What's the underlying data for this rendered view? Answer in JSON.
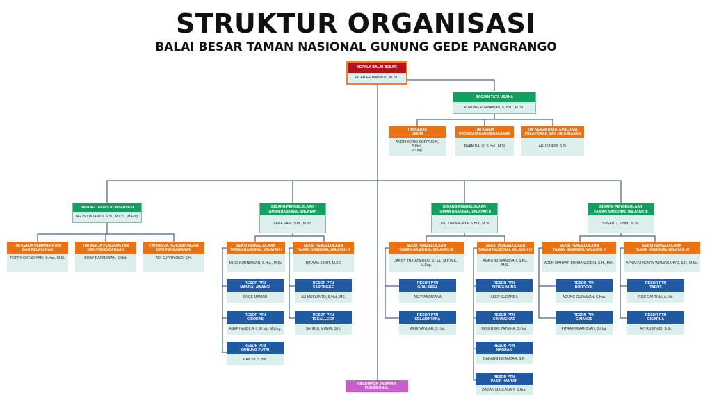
{
  "title": "STRUKTUR ORGANISASI",
  "subtitle": "BALAI BESAR TAMAN NASIONAL GUNUNG GEDE PANGRANGO",
  "nodes": {
    "kepala": {
      "label": "KEPALA BALAI BESAR",
      "name": "IR. ARIEF MAHMUD, M. SI."
    },
    "tata_usaha": {
      "label": "BAGIAN TATA USAHA",
      "name": "PUPUNG PURNAWAN, S. HUT.,M. SC"
    },
    "tk_umum": {
      "label": "TIM KERJA\nUMUM",
      "name": "ANDRIYATNO SOFIYUDIN, S.Hut.,\nM.Ling."
    },
    "tk_program": {
      "label": "TIM KERJA\nPROGRAM DAN KERJASAMA",
      "name": "IRVAN DALLI, S.Hut., M.Si."
    },
    "tk_data": {
      "label": "TIM KERJA DATA, EVALUASI,\nPELAPORAN DAN KEHUMASAN",
      "name": "AGUS DENI, S.Si."
    },
    "bid_teknis": {
      "label": "BIDANG TEKNIS KONSERVASI",
      "name": "AGUS YULIANTO, S.Si., M.IDS., M.Eng."
    },
    "bid_w1": {
      "label": "BIDANG PENGELOLAAN\nTAMAN NASIONAL WILAYAH I",
      "name": "LANA SARI, S.Pi., M.Sc."
    },
    "bid_w2": {
      "label": "BIDANG PENGELOLAAN\nTAMAN NASIONAL WILAYAH II",
      "name": "LUKI TURNIAJAYA, S.Hut., M.Si."
    },
    "bid_w3": {
      "label": "BIDANG PENGELOLAAN\nTAMAN NASIONAL WILAYAH III",
      "name": "SUSANTI, S.Hut., M.Sc."
    },
    "tk_pemanfaatan": {
      "label": "TIM KERJA PEMANFAATAN\nDAN PELAYANAN",
      "name": "POPPY OKTADIYANI, S.Hut., M.Si."
    },
    "tk_pengawetan": {
      "label": "TIM KERJA PENGAWETAN\nDAN PERENCANAAN",
      "name": "BOBY DARMAWAN, S.Hut."
    },
    "tk_perlindungan": {
      "label": "TIM KERJA PERLINDUNGAN\nDAN PENGAMANAN",
      "name": "ADI SUPRIYONO, S.H."
    },
    "seksi_1": {
      "label": "SEKSI PENGELOLAAN\nTAMAN NASIONAL  WILAYAH I",
      "name": "MUGI KURNIAWAN, S.Hut., M.Sc."
    },
    "seksi_2": {
      "label": "SEKSI PENGELOLAAN\nTAMAN NASIONAL WILAYAH II",
      "name": "BIRAWA S.HUT, M.SC"
    },
    "seksi_3": {
      "label": "SEKSI PENGELOLAAN\nTAMAN NASIONAL WILAYAH III",
      "name": "JAROT TRIHATMOKO, S.Hut., M.P.W.K., M.Eng."
    },
    "seksi_4": {
      "label": "SEKSI PENGELOLAAN\nTAMAN NASIONAL WILAYAH IV",
      "name": "AMRU IKHWANSYAH, S.Pd., M.Si."
    },
    "seksi_5": {
      "label": "SEKSI PENGELOLAAN\nTAMAN NASIONAL WILAYAH V",
      "name": "ADEN MAHYAR BURHANUDDIN, S.H., M.H."
    },
    "seksi_6": {
      "label": "SEKSI PENGELOLAAN\nTAMAN NASIONAL WILAYAH VI",
      "name": "APNAENI HENRY WINARCAHYO, S.P., M.Sc."
    },
    "r_mandalawangi": {
      "label": "RESOR PTN\nMANDALAWANGI",
      "name": "ENCE MAMAN"
    },
    "r_cibodas": {
      "label": "RESOR PTN\nCIBODAS",
      "name": "ASEP HASBILAH, S.Hut., M.Ling."
    },
    "r_gunungputri": {
      "label": "RESOR PTN\nGUNUNG PUTRI",
      "name": "RANTO, S.Hut."
    },
    "r_sarongge": {
      "label": "RESOR PTN\nSARONGGE",
      "name": "ALI MULYANTO, S.Hut., MS."
    },
    "r_tegallega": {
      "label": "RESOR PTN\nTEGALLEGA",
      "name": "SAHRUL MUNIR, S.H."
    },
    "r_goalpara": {
      "label": "RESOR PTN\nGOALPARA",
      "name": "ASEP ANDRIANA"
    },
    "r_selabintana": {
      "label": "RESOR PTN\nSELABINTANA",
      "name": "ARIE YANUAR, S.Hut."
    },
    "r_situgunung": {
      "label": "RESOR PTN\nSITUGUNUNG",
      "name": "ASEP SUGANDA"
    },
    "r_cimungkad": {
      "label": "RESOR PTN\nCIMUNGKAD",
      "name": "BOBI RIZKI ZATNIKA, S.Hut."
    },
    "r_nagrak": {
      "label": "RESOR PTN\nNAGRAK",
      "name": "DADANG ISKANDAR, S.P."
    },
    "r_pasirhantap": {
      "label": "RESOR PTN\nPASIR HANTAP",
      "name": "DADAN MAULANA Y, S.Hut."
    },
    "r_bodogol": {
      "label": "RESOR PTN\nBODOGOL",
      "name": "AGUNG GUNAWAN, S.Hut."
    },
    "r_cimande": {
      "label": "RESOR PTN\nCIMANDE",
      "name": "FITRA PIRMANSYAH, S.Hut."
    },
    "r_tapos": {
      "label": "RESOR PTN\nTAPOS",
      "name": "PUJI GANTINA, A.Md."
    },
    "r_cigarua": {
      "label": "RESOR PTN\nCIGARUA",
      "name": "AYI RUSTIADI, S.Si."
    },
    "kjf": {
      "label": "KELOMPOK JABATAN\nFUNGSIONAL"
    }
  },
  "colors": {
    "kepala_header": "#b3121b",
    "kepala_border": "#f08030",
    "bidang_header": "#12a060",
    "tim_kerja_header": "#ea7212",
    "resor_header": "#1f5aa2",
    "fungsional": "#c85ec9",
    "name_fill": "#dcefed",
    "connector": "#1f3f6e"
  }
}
